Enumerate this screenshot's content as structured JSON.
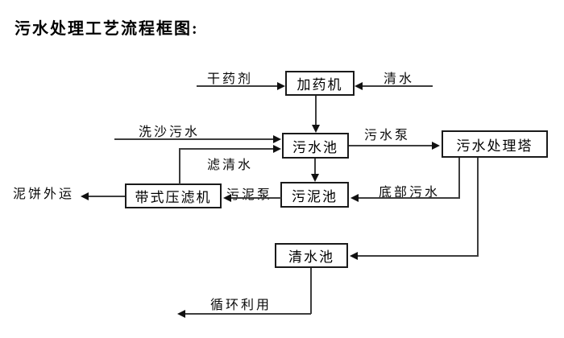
{
  "title": "污水处理工艺流程框图:",
  "nodes": {
    "dosing_machine": "加药机",
    "sewage_pool": "污水池",
    "treatment_tower": "污水处理塔",
    "sludge_pool": "污泥池",
    "belt_filter_press": "带式压滤机",
    "clean_water_pool": "清水池"
  },
  "flow_labels": {
    "dry_agent": "干药剂",
    "clean_water": "清水",
    "sand_washing_sewage": "洗沙污水",
    "sewage_pump": "污水泵",
    "filtered_water": "滤清水",
    "bottom_sewage": "底部污水",
    "sludge_pump": "污泥泵",
    "mud_cake_out": "泥饼外运",
    "recycling": "循环利用"
  },
  "edges": [
    {
      "from": "外部",
      "label": "干药剂",
      "to": "加药机"
    },
    {
      "from": "外部",
      "label": "清水",
      "to": "加药机"
    },
    {
      "from": "加药机",
      "label": "",
      "to": "污水池"
    },
    {
      "from": "外部",
      "label": "洗沙污水",
      "to": "污水池"
    },
    {
      "from": "带式压滤机",
      "label": "滤清水",
      "to": "污水池"
    },
    {
      "from": "污水池",
      "label": "污水泵",
      "to": "污水处理塔"
    },
    {
      "from": "污水池",
      "label": "",
      "to": "污泥池"
    },
    {
      "from": "污水处理塔",
      "label": "底部污水",
      "to": "污泥池"
    },
    {
      "from": "污泥池",
      "label": "污泥泵",
      "to": "带式压滤机"
    },
    {
      "from": "带式压滤机",
      "label": "泥饼外运",
      "to": "外运"
    },
    {
      "from": "污水处理塔",
      "label": "",
      "to": "清水池"
    },
    {
      "from": "清水池",
      "label": "循环利用",
      "to": "回用"
    }
  ],
  "colors": {
    "background": "#ffffff",
    "line": "#3d3d3d",
    "arrowhead": "#111111",
    "box_border": "#1a1a1a",
    "text": "#000000"
  }
}
